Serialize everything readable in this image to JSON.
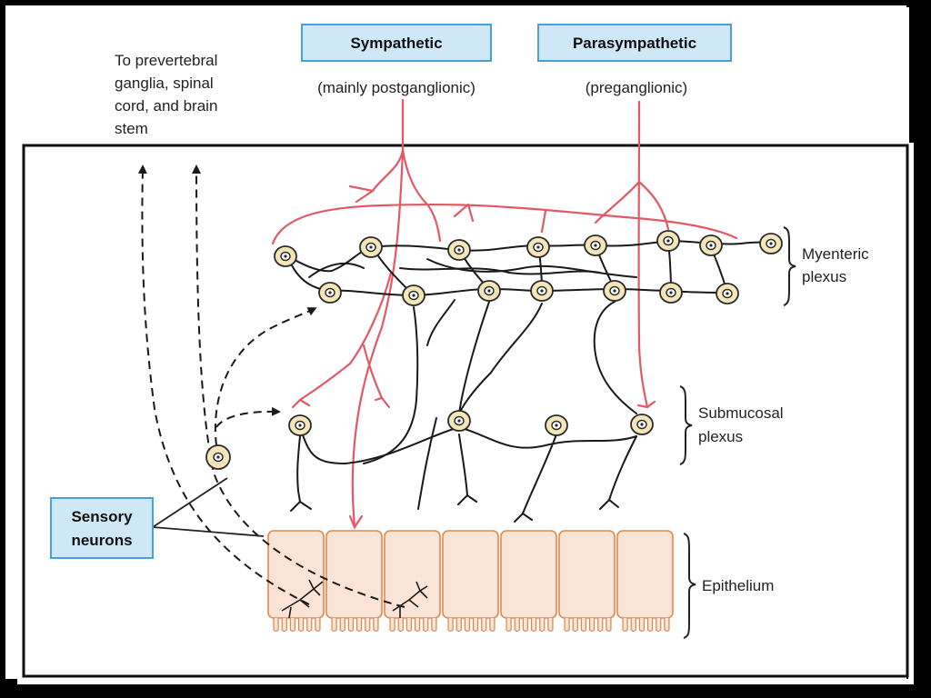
{
  "frame": {
    "outer_color": "#000000",
    "panel_color": "#ffffff",
    "border_color": "#111111"
  },
  "colors": {
    "autonomic_fiber": "#e25865",
    "neuron_line": "#1a1a1a",
    "soma_fill": "#f4e6b8",
    "soma_stroke": "#2a2a2a",
    "epithelium_fill": "#fbe4d6",
    "epithelium_stroke": "#e0894f",
    "label_box_fill": "#cfe8f7",
    "label_box_stroke": "#4a9fd6"
  },
  "labels": {
    "sympathetic": "Sympathetic",
    "sympathetic_sub": "(mainly postganglionic)",
    "parasympathetic": "Parasympathetic",
    "parasympathetic_sub": "(preganglionic)",
    "to_prevertebral": [
      "To prevertebral",
      "ganglia, spinal",
      "cord, and brain",
      "stem"
    ],
    "myenteric": [
      "Myenteric",
      "plexus"
    ],
    "submucosal": [
      "Submucosal",
      "plexus"
    ],
    "epithelium": "Epithelium",
    "sensory_neurons": [
      "Sensory",
      "neurons"
    ]
  }
}
